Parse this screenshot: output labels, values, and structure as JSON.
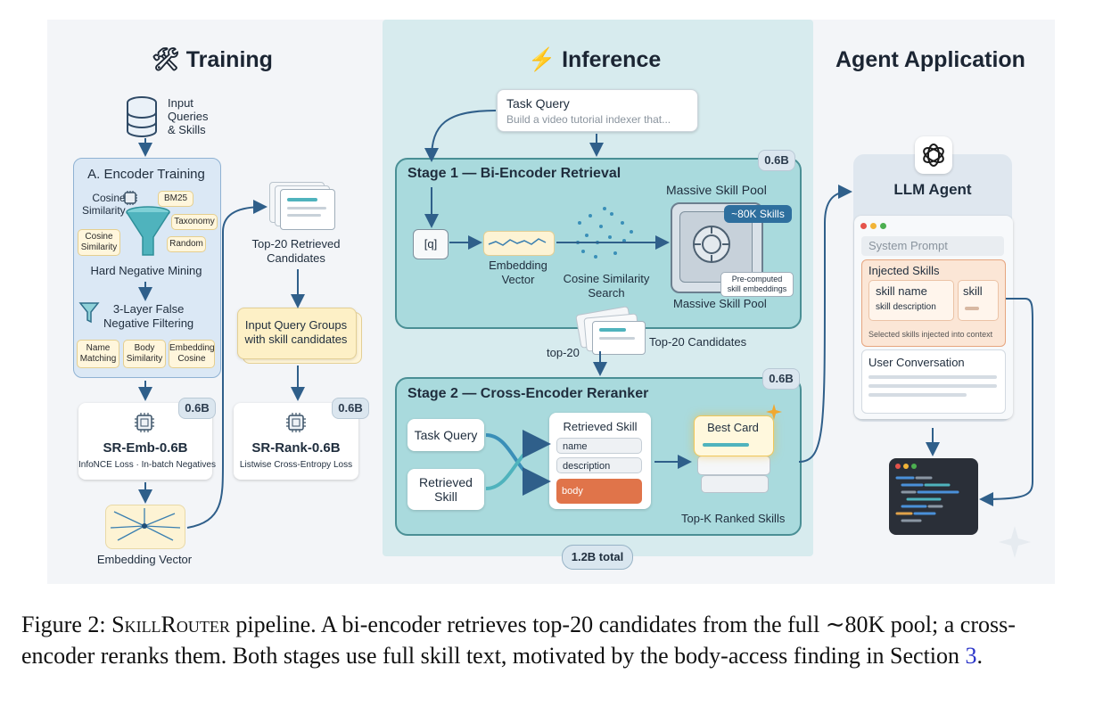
{
  "columns": {
    "training_title": "Training",
    "inference_title": "Inference",
    "agent_title": "Agent Application"
  },
  "training": {
    "input_label": [
      "Input",
      "Queries",
      "& Skills"
    ],
    "encoder_title": "A. Encoder Training",
    "cosine_label": [
      "Cosine",
      "Similarity"
    ],
    "neg_tags": [
      "BM25",
      "Taxonomy",
      "Random"
    ],
    "cosine_tag": [
      "Cosine",
      "Similarity"
    ],
    "hard_neg": "Hard Negative Mining",
    "filter_label": [
      "3-Layer False",
      "Negative Filtering"
    ],
    "filter_tags": [
      [
        "Name",
        "Matching"
      ],
      [
        "Body",
        "Similarity"
      ],
      [
        "Embedding",
        "Cosine"
      ]
    ],
    "emb_model": {
      "badge": "0.6B",
      "name": "SR-Emb-0.6B",
      "loss": "InfoNCE Loss · In-batch Negatives"
    },
    "emb_vector": "Embedding Vector",
    "retrieved": [
      "Top-20 Retrieved",
      "Candidates"
    ],
    "query_groups": [
      "Input Query Groups",
      "with skill candidates"
    ],
    "rank_model": {
      "badge": "0.6B",
      "name": "SR-Rank-0.6B",
      "loss": "Listwise Cross-Entropy Loss"
    }
  },
  "inference": {
    "task_query_title": "Task Query",
    "task_query_text": "Build a video tutorial indexer that...",
    "stage1": {
      "badge": "0.6B",
      "title": "Stage 1 — Bi-Encoder Retrieval",
      "q": "[q]",
      "embedding": [
        "Embedding",
        "Vector"
      ],
      "cosine": [
        "Cosine Similarity",
        "Search"
      ],
      "pool_title": "Massive Skill Pool",
      "pool_badge": "~80K Skills",
      "precomputed": [
        "Pre-computed",
        "skill embeddings"
      ],
      "pool_footer": "Massive Skill Pool"
    },
    "top20_label": "top-20",
    "top20_candidates": "Top-20 Candidates",
    "stage2": {
      "badge": "0.6B",
      "title": "Stage 2 — Cross-Encoder Reranker",
      "task_query": "Task Query",
      "retrieved_skill": [
        "Retrieved",
        "Skill"
      ],
      "skill_card_title": "Retrieved Skill",
      "fields": [
        "name",
        "description",
        "body"
      ],
      "best_card": "Best Card",
      "ranked": "Top-K Ranked Skills"
    },
    "total": "1.2B total"
  },
  "agent": {
    "llm": "LLM Agent",
    "system_prompt": "System Prompt",
    "injected": "Injected Skills",
    "skill_name": "skill name",
    "skill_desc": "skill description",
    "skill_short": "skill",
    "injected_note": "Selected skills injected into context",
    "conversation": "User Conversation"
  },
  "caption": {
    "prefix": "Figure 2: ",
    "name": "SkillRouter",
    "text1": " pipeline. A bi-encoder retrieves top-20 candidates from the full ∼80K pool; a cross-encoder reranks them. Both stages use full skill text, motivated by the body-access finding in Section ",
    "ref": "3",
    "text2": "."
  },
  "colors": {
    "panel_fill": "#a9dadd",
    "panel_border": "#4a8f95",
    "training_box": "#dbe8f5",
    "funnel": "#4fb3bd",
    "accent_orange": "#e0744a",
    "arrow": "#2f5f8a"
  }
}
